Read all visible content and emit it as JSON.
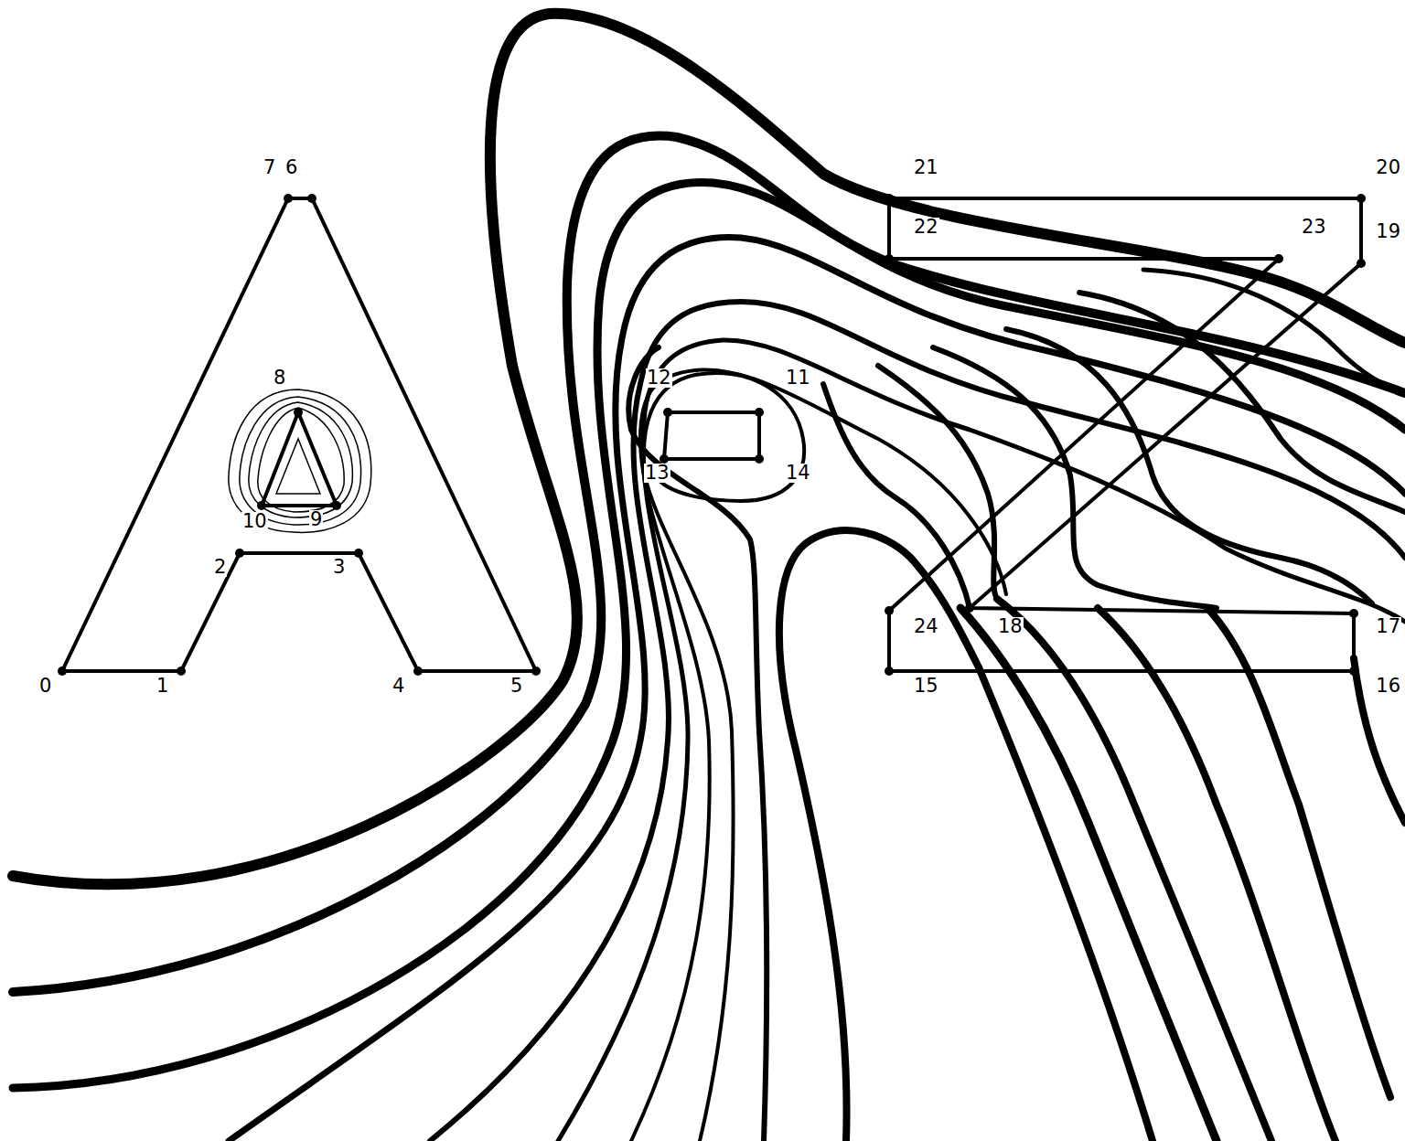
{
  "diagram": {
    "labels": [
      "7",
      "6",
      "8",
      "12",
      "11",
      "13",
      "14",
      "10",
      "9",
      "2",
      "3",
      "0",
      "1",
      "4",
      "5",
      "21",
      "20",
      "22",
      "23",
      "19",
      "24",
      "18",
      "17",
      "15",
      "16"
    ]
  }
}
